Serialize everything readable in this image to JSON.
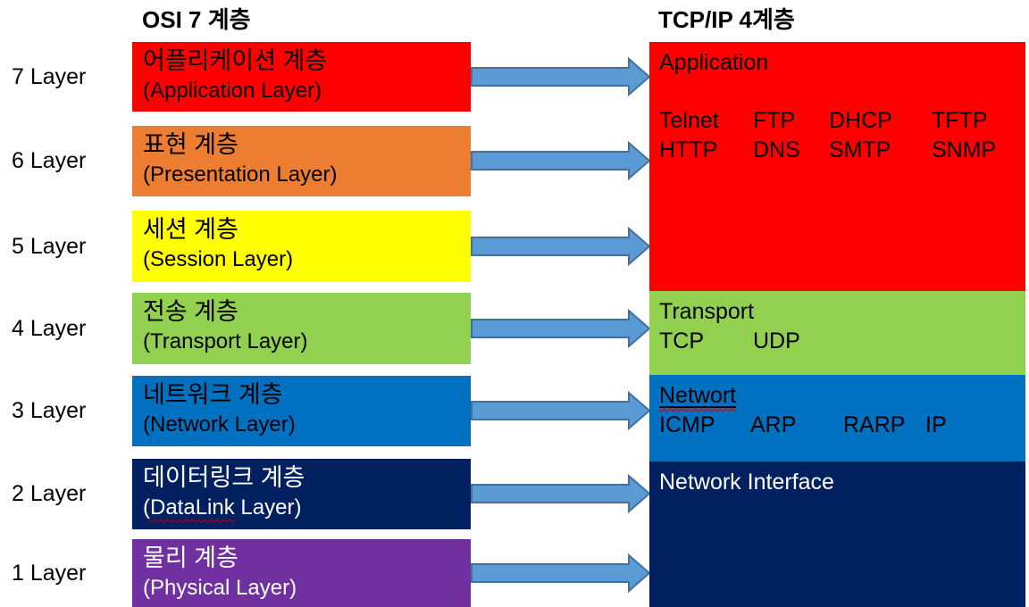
{
  "title_left": "OSI 7 계층",
  "title_right": "TCP/IP 4계층",
  "colors": {
    "arrow_fill": "#5B9BD5",
    "arrow_stroke": "#41719C"
  },
  "osi_layers": [
    {
      "label": "7 Layer",
      "korean": "어플리케이션 계층",
      "english": "(Application Layer)",
      "bg": "#FF0000",
      "fg": "#000000"
    },
    {
      "label": "6 Layer",
      "korean": "표현 계층",
      "english": "(Presentation Layer)",
      "bg": "#ED7D31",
      "fg": "#000000"
    },
    {
      "label": "5 Layer",
      "korean": "세션 계층",
      "english": "(Session Layer)",
      "bg": "#FFFF00",
      "fg": "#000000"
    },
    {
      "label": "4 Layer",
      "korean": "전송 계층",
      "english": "(Transport Layer)",
      "bg": "#92D050",
      "fg": "#000000"
    },
    {
      "label": "3 Layer",
      "korean": "네트워크 계층",
      "english": "(Network Layer)",
      "bg": "#0070C0",
      "fg": "#000000"
    },
    {
      "label": "2 Layer",
      "korean": "데이터링크 계층",
      "english_pre": "(",
      "english_misspelled": "DataLink",
      "english_post": " Layer)",
      "bg": "#002060",
      "fg": "#FFFFFF"
    },
    {
      "label": "1 Layer",
      "korean": "물리 계층",
      "english": "(Physical Layer)",
      "bg": "#7030A0",
      "fg": "#FFFFFF"
    }
  ],
  "tcpip_layers": [
    {
      "title": "Application",
      "bg": "#FF0000",
      "fg": "#000000",
      "protocol_rows": [
        [
          "Telnet",
          "FTP",
          "DHCP",
          "TFTP"
        ],
        [
          "HTTP",
          "DNS",
          "SMTP",
          "SNMP"
        ]
      ]
    },
    {
      "title": "Transport",
      "bg": "#92D050",
      "fg": "#000000",
      "protocols": [
        "TCP",
        "UDP"
      ]
    },
    {
      "title": "Networt",
      "bg": "#0070C0",
      "fg": "#000000",
      "protocols": [
        "ICMP",
        "ARP",
        "RARP",
        "IP"
      ]
    },
    {
      "title": "Network Interface",
      "bg": "#002060",
      "fg": "#FFFFFF"
    }
  ]
}
